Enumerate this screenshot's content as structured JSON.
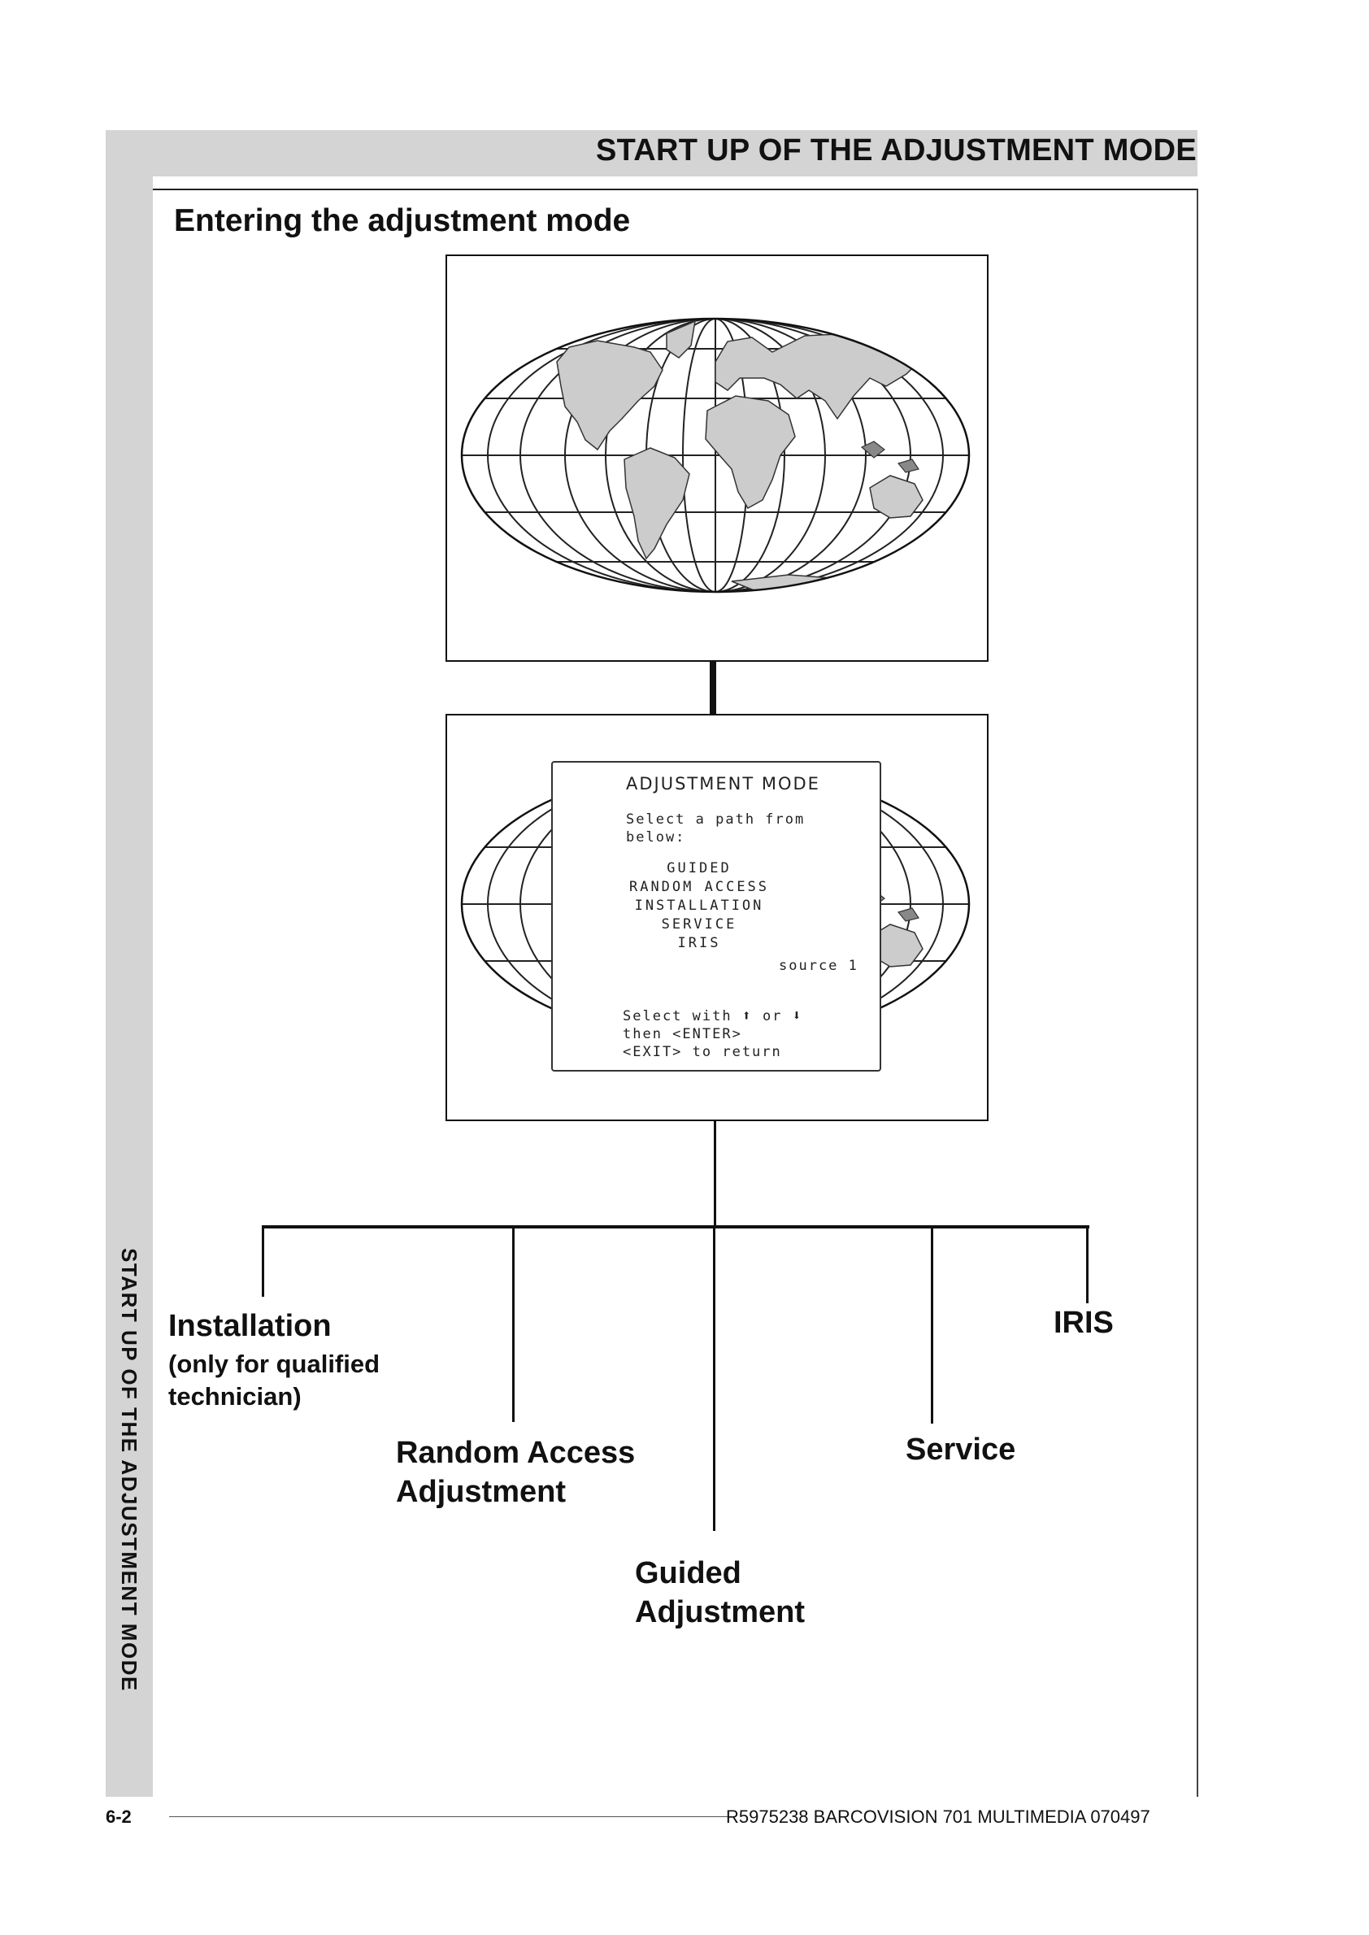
{
  "header": {
    "title": "START UP OF THE ADJUSTMENT MODE"
  },
  "side_tab": {
    "title": "START UP OF THE ADJUSTMENT MODE"
  },
  "section": {
    "title": "Entering the adjustment mode"
  },
  "menu": {
    "title": "ADJUSTMENT MODE",
    "prompt_line1": "Select a path from",
    "prompt_line2": "below:",
    "items": [
      "GUIDED",
      "RANDOM ACCESS",
      "INSTALLATION",
      "SERVICE",
      "IRIS"
    ],
    "source": "source 1",
    "help_select": "Select with",
    "help_or": "or",
    "help_enter": "then <ENTER>",
    "help_exit": "<EXIT> to return",
    "arrow_up_icon": "arrow-up-icon",
    "arrow_down_icon": "arrow-down-icon"
  },
  "branches": {
    "installation": {
      "label": "Installation",
      "note_line1": "(only for qualified",
      "note_line2": "technician)"
    },
    "random_access": {
      "line1": "Random Access",
      "line2": "Adjustment"
    },
    "guided": {
      "line1": "Guided",
      "line2": "Adjustment"
    },
    "service": {
      "label": "Service"
    },
    "iris": {
      "label": "IRIS"
    }
  },
  "footer": {
    "page_number": "6-2",
    "doc_ref": "R5975238 BARCOVISION 701 MULTIMEDIA 070497"
  },
  "colors": {
    "panel_grey": "#d4d4d4",
    "land": "#cccccc",
    "ink": "#111111"
  }
}
